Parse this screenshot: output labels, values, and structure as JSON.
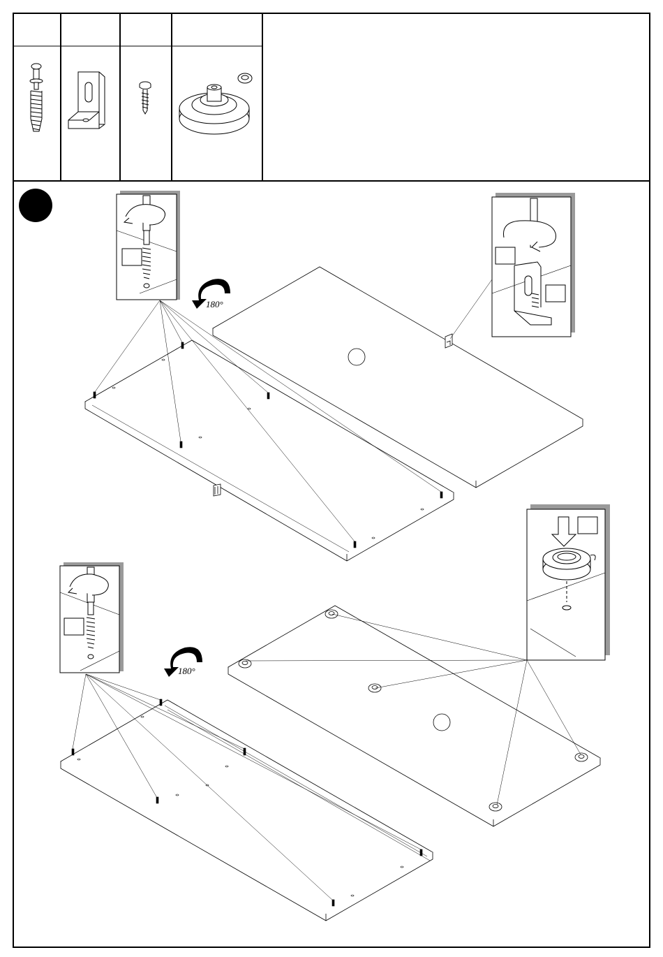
{
  "parts_table": {
    "columns": [
      {
        "header": "",
        "part": "cam-bolt"
      },
      {
        "header": "",
        "part": "l-bracket"
      },
      {
        "header": "",
        "part": "screw"
      },
      {
        "header": "",
        "part": "leveling-glide"
      }
    ]
  },
  "step": {
    "number": "",
    "rotation_top": "180°",
    "rotation_bottom": "180°",
    "callout_labels": [
      "",
      "",
      "",
      "",
      "",
      ""
    ]
  },
  "colors": {
    "ink": "#000000",
    "shadow": "#9a9a9a",
    "paper": "#ffffff"
  }
}
